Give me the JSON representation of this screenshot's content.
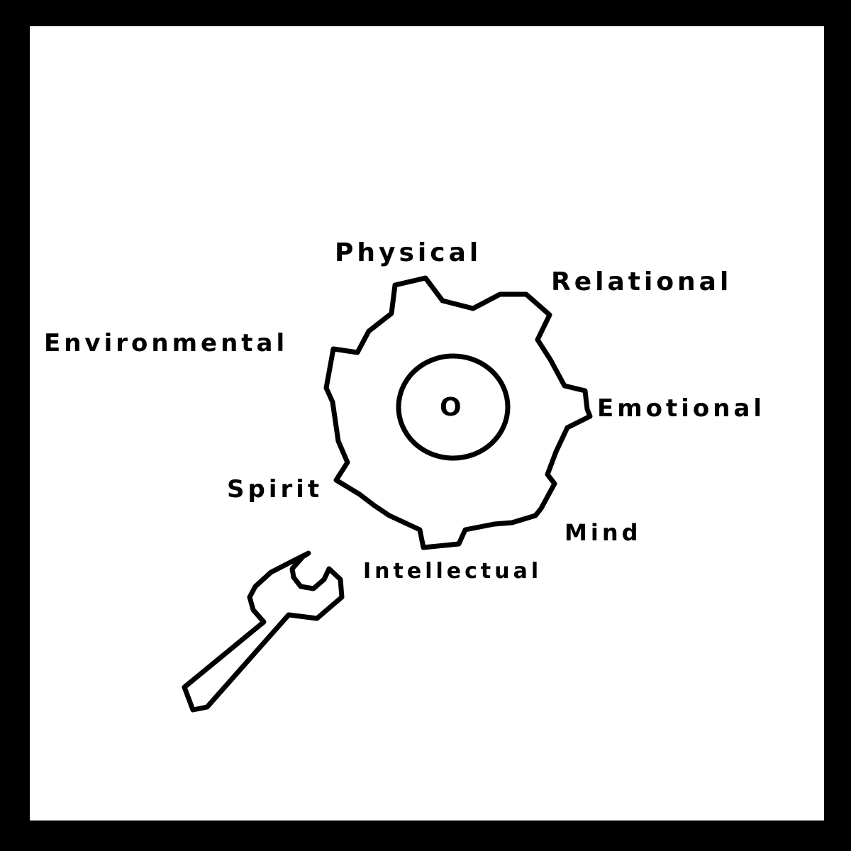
{
  "diagram": {
    "center_label": "O",
    "labels": {
      "physical": "Physical",
      "relational": "Relational",
      "environmental": "Environmental",
      "emotional": "Emotional",
      "spirit": "Spirit",
      "mind": "Mind",
      "intellectual": "Intellectual"
    },
    "icons": {
      "gear": "gear-icon",
      "wrench": "wrench-icon"
    },
    "colors": {
      "ink": "#000000",
      "paper": "#ffffff",
      "frame": "#000000"
    }
  }
}
